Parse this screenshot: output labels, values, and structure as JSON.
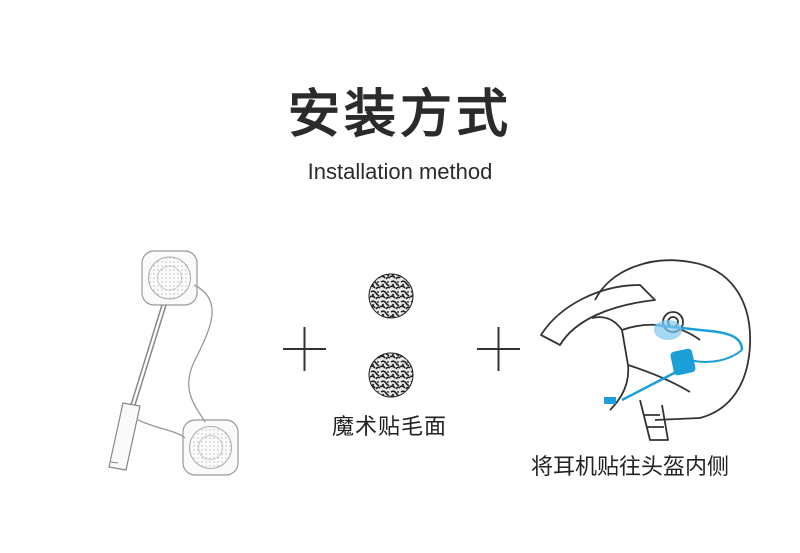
{
  "header": {
    "title_cn": "安装方式",
    "title_en": "Installation method"
  },
  "steps": [
    {
      "name": "headset",
      "icon": "headset-speakers-icon"
    },
    {
      "name": "plus",
      "icon": "plus-icon"
    },
    {
      "name": "velcro",
      "icon": "velcro-pad-icon",
      "caption": "魔术贴毛面"
    },
    {
      "name": "plus",
      "icon": "plus-icon"
    },
    {
      "name": "helmet",
      "icon": "helmet-icon",
      "caption": "将耳机贴往头盔内侧"
    }
  ],
  "colors": {
    "line": "#555555",
    "accent": "#1a9fd8",
    "text": "#2b2b2b"
  }
}
